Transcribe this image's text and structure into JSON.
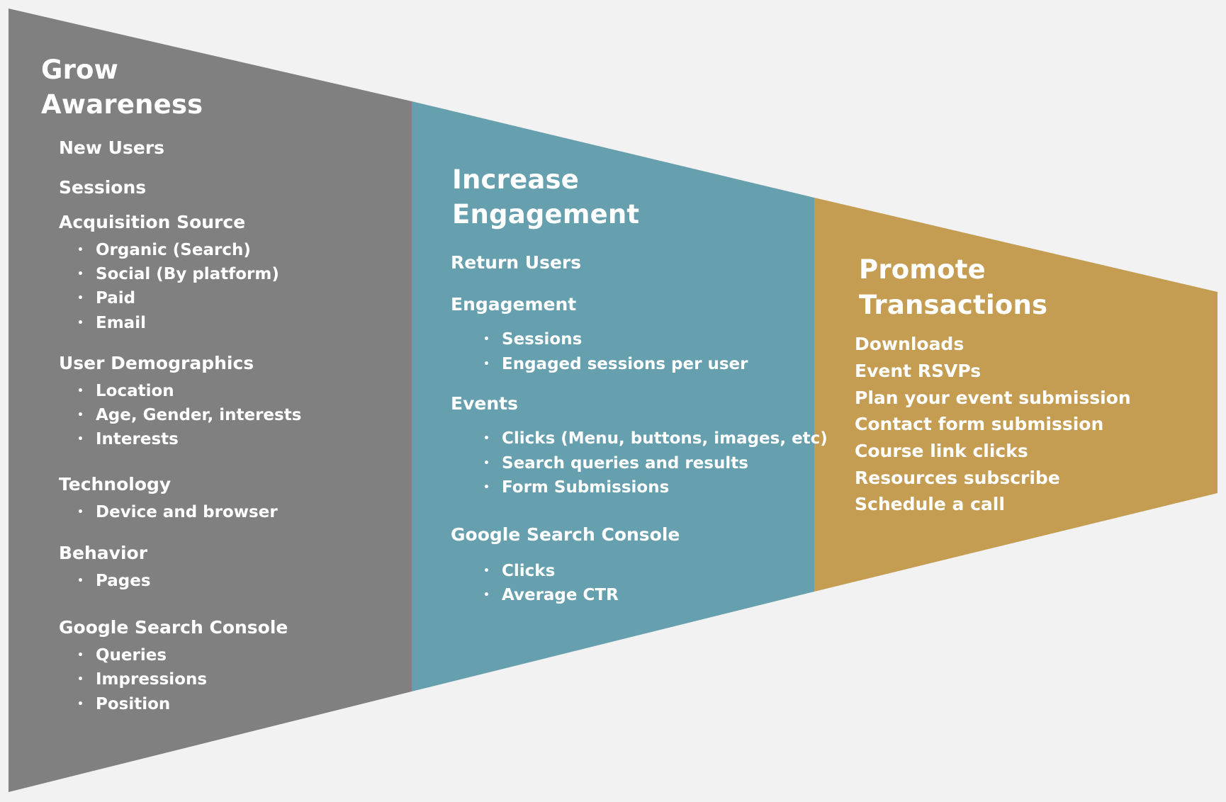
{
  "colors": {
    "background": "#f2f2f2",
    "awareness": "#808080",
    "engagement": "#669fad",
    "transactions": "#c59d52",
    "text": "#ffffff"
  },
  "awareness": {
    "title_line1": "Grow",
    "title_line2": "Awareness",
    "new_users": "New Users",
    "sessions": "Sessions",
    "acquisition": {
      "heading": "Acquisition Source",
      "items": [
        "Organic (Search)",
        "Social (By platform)",
        "Paid",
        "Email"
      ]
    },
    "demographics": {
      "heading": "User Demographics",
      "items": [
        "Location",
        "Age, Gender, interests",
        "Interests"
      ]
    },
    "technology": {
      "heading": "Technology",
      "items": [
        "Device and browser"
      ]
    },
    "behavior": {
      "heading": "Behavior",
      "items": [
        "Pages"
      ]
    },
    "gsc": {
      "heading": "Google Search Console",
      "items": [
        "Queries",
        "Impressions",
        "Position"
      ]
    }
  },
  "engagement": {
    "title_line1": "Increase",
    "title_line2": "Engagement",
    "return_users": "Return Users",
    "engagement": {
      "heading": "Engagement",
      "items": [
        "Sessions",
        "Engaged sessions per user"
      ]
    },
    "events": {
      "heading": "Events",
      "items": [
        "Clicks (Menu, buttons, images, etc)",
        "Search queries and results",
        "Form Submissions"
      ]
    },
    "gsc": {
      "heading": "Google Search Console",
      "items": [
        "Clicks",
        "Average CTR"
      ]
    }
  },
  "transactions": {
    "title_line1": "Promote",
    "title_line2": "Transactions",
    "items": [
      "Downloads",
      "Event RSVPs",
      "Plan your event submission",
      "Contact form submission",
      "Course link clicks",
      "Resources subscribe",
      "Schedule a call"
    ]
  }
}
